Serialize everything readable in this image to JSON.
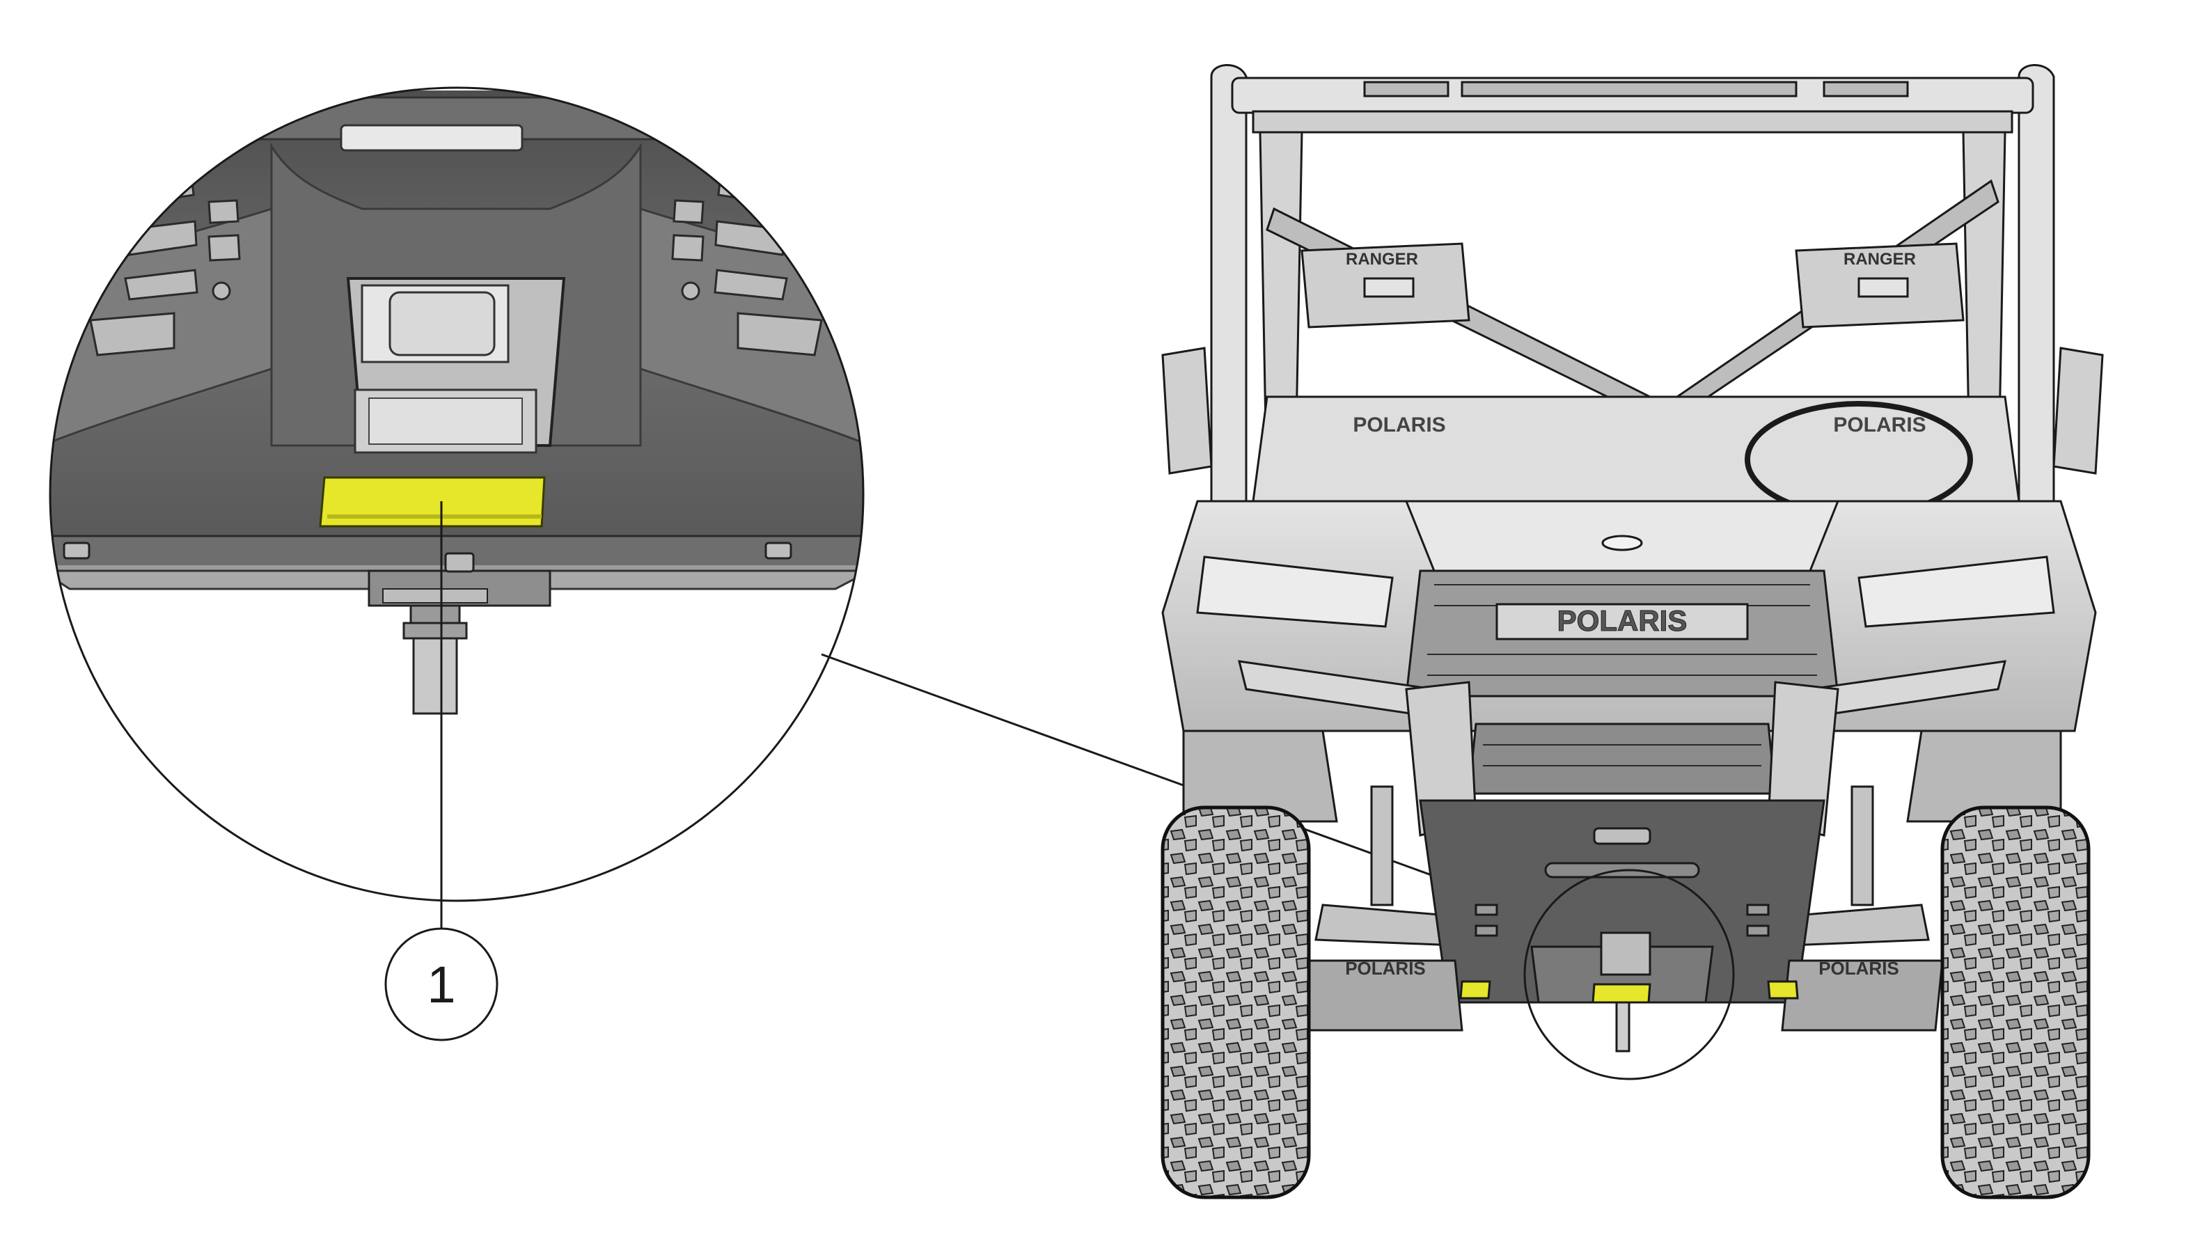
{
  "callout": {
    "number": "1"
  },
  "vehicle": {
    "brand_hood": "POLARIS",
    "brand_dash": "POLARIS",
    "brand_dash_right": "POLARIS",
    "brand_guard_left": "POLARIS",
    "brand_guard_right": "POLARIS",
    "mirror_left": "RANGER",
    "mirror_right": "RANGER"
  },
  "colors": {
    "highlight": "#e6e62a",
    "body_dark": "#5e5e5e",
    "body_mid": "#8a8a8a",
    "body_light": "#d6d6d6",
    "line": "#1a1a1a"
  }
}
